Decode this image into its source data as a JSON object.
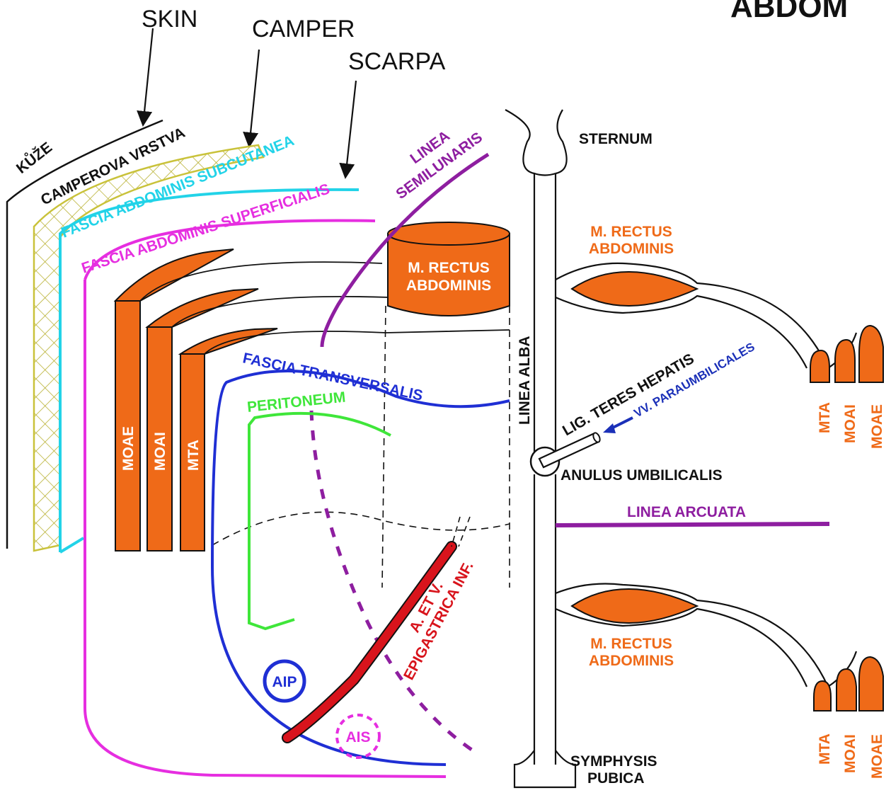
{
  "title_fragment": "ABDOM",
  "english_labels": {
    "skin": "SKIN",
    "camper": "CAMPER",
    "scarpa": "SCARPA"
  },
  "layers": {
    "kuze": "KŮŽE",
    "camperova_vrstva": "CAMPEROVA VRSTVA",
    "fascia_subcutanea": "FASCIA ABDOMINIS SUBCUTANEA",
    "fascia_superficialis": "FASCIA ABDOMINIS SUPERFICIALIS",
    "linea_semilunaris_1": "LINEA",
    "linea_semilunaris_2": "SEMILUNARIS",
    "fascia_transversalis": "FASCIA TRANSVERSALIS",
    "peritoneum": "PERITONEUM"
  },
  "muscles": {
    "moae": "MOAE",
    "moai": "MOAI",
    "mta": "MTA"
  },
  "rectus": {
    "line1": "M. RECTUS",
    "line2": "ABDOMINIS"
  },
  "midline": {
    "sternum": "STERNUM",
    "linea_alba": "LINEA ALBA",
    "lig_teres": "LIG. TERES HEPATIS",
    "vv_paraumbilicales": "VV. PARAUMBILICALES",
    "anulus": "ANULUS UMBILICALIS",
    "linea_arcuata": "LINEA ARCUATA",
    "symphysis_1": "SYMPHYSIS",
    "symphysis_2": "PUBICA"
  },
  "vessels": {
    "line1": "A. ET V.",
    "line2": "EPIGASTRICA INF."
  },
  "rings": {
    "aip": "AIP",
    "ais": "AIS"
  },
  "colors": {
    "skin_line": "#111111",
    "camper": "#d8d24a",
    "subcutanea": "#22d3e8",
    "superficialis": "#e62ee0",
    "muscle": "#ef6a18",
    "semilunaris": "#8e1ea0",
    "transversalis": "#1f2fd4",
    "peritoneum": "#3fe63a",
    "vessel": "#d8141c",
    "paraumbilical": "#1b30b8"
  }
}
